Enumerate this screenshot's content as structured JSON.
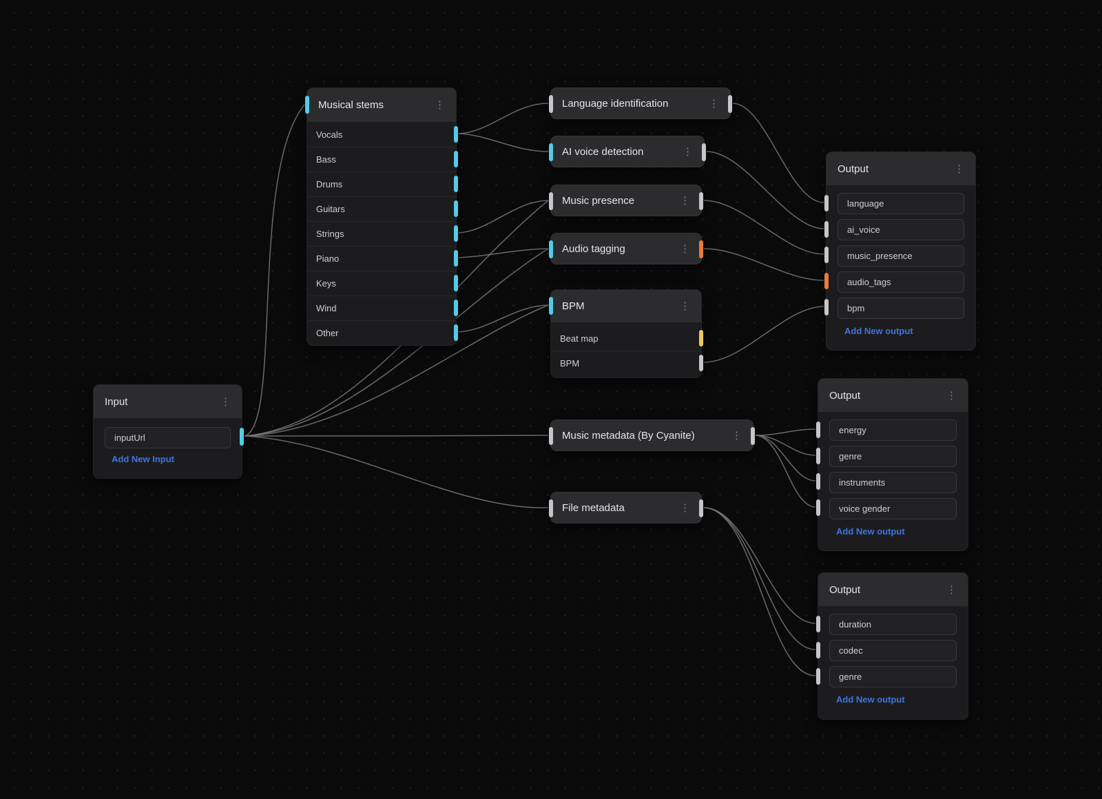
{
  "editor": {
    "kebab_icon": "⋮",
    "colors": {
      "background": "#0a0a0b",
      "wire": "#7b7b7e",
      "port_audio_cyan": "#55cbe8",
      "port_default_gray": "#c6c6c8",
      "port_tags_orange": "#e87c3a",
      "port_beatmap_yellow": "#ecc85c",
      "link_blue": "#3d74de"
    }
  },
  "nodes": {
    "input": {
      "title": "Input",
      "fields": [
        "inputUrl"
      ],
      "add_label": "Add New Input"
    },
    "musical_stems": {
      "title": "Musical stems",
      "items": [
        "Vocals",
        "Bass",
        "Drums",
        "Guitars",
        "Strings",
        "Piano",
        "Keys",
        "Wind",
        "Other"
      ]
    },
    "language_identification": {
      "title": "Language identification"
    },
    "ai_voice_detection": {
      "title": "AI voice detection"
    },
    "music_presence": {
      "title": "Music presence"
    },
    "audio_tagging": {
      "title": "Audio tagging"
    },
    "bpm": {
      "title": "BPM",
      "items": [
        "Beat map",
        "BPM"
      ]
    },
    "music_metadata": {
      "title": "Music metadata (By Cyanite)"
    },
    "file_metadata": {
      "title": "File metadata"
    },
    "output_top": {
      "title": "Output",
      "items": [
        "language",
        "ai_voice",
        "music_presence",
        "audio_tags",
        "bpm"
      ],
      "add_label": "Add New output"
    },
    "output_middle": {
      "title": "Output",
      "items": [
        "energy",
        "genre",
        "instruments",
        "voice gender"
      ],
      "add_label": "Add New output"
    },
    "output_bottom": {
      "title": "Output",
      "items": [
        "duration",
        "codec",
        "genre"
      ],
      "add_label": "Add New output"
    }
  },
  "connections": [
    {
      "from": "input.inputUrl",
      "to": "musical_stems"
    },
    {
      "from": "input.inputUrl",
      "to": "music_presence"
    },
    {
      "from": "input.inputUrl",
      "to": "audio_tagging"
    },
    {
      "from": "input.inputUrl",
      "to": "bpm"
    },
    {
      "from": "input.inputUrl",
      "to": "music_metadata"
    },
    {
      "from": "input.inputUrl",
      "to": "file_metadata"
    },
    {
      "from": "musical_stems.Vocals",
      "to": "language_identification"
    },
    {
      "from": "musical_stems.Vocals",
      "to": "ai_voice_detection"
    },
    {
      "from": "musical_stems.Strings",
      "to": "music_presence"
    },
    {
      "from": "musical_stems.Piano",
      "to": "audio_tagging"
    },
    {
      "from": "musical_stems.Other",
      "to": "bpm"
    },
    {
      "from": "language_identification",
      "to": "output_top.language"
    },
    {
      "from": "ai_voice_detection",
      "to": "output_top.ai_voice"
    },
    {
      "from": "music_presence",
      "to": "output_top.music_presence"
    },
    {
      "from": "audio_tagging",
      "to": "output_top.audio_tags"
    },
    {
      "from": "bpm.BPM",
      "to": "output_top.bpm"
    },
    {
      "from": "music_metadata",
      "to": "output_middle.energy"
    },
    {
      "from": "music_metadata",
      "to": "output_middle.genre"
    },
    {
      "from": "music_metadata",
      "to": "output_middle.instruments"
    },
    {
      "from": "music_metadata",
      "to": "output_middle.voice gender"
    },
    {
      "from": "file_metadata",
      "to": "output_bottom.duration"
    },
    {
      "from": "file_metadata",
      "to": "output_bottom.codec"
    },
    {
      "from": "file_metadata",
      "to": "output_bottom.genre"
    }
  ]
}
